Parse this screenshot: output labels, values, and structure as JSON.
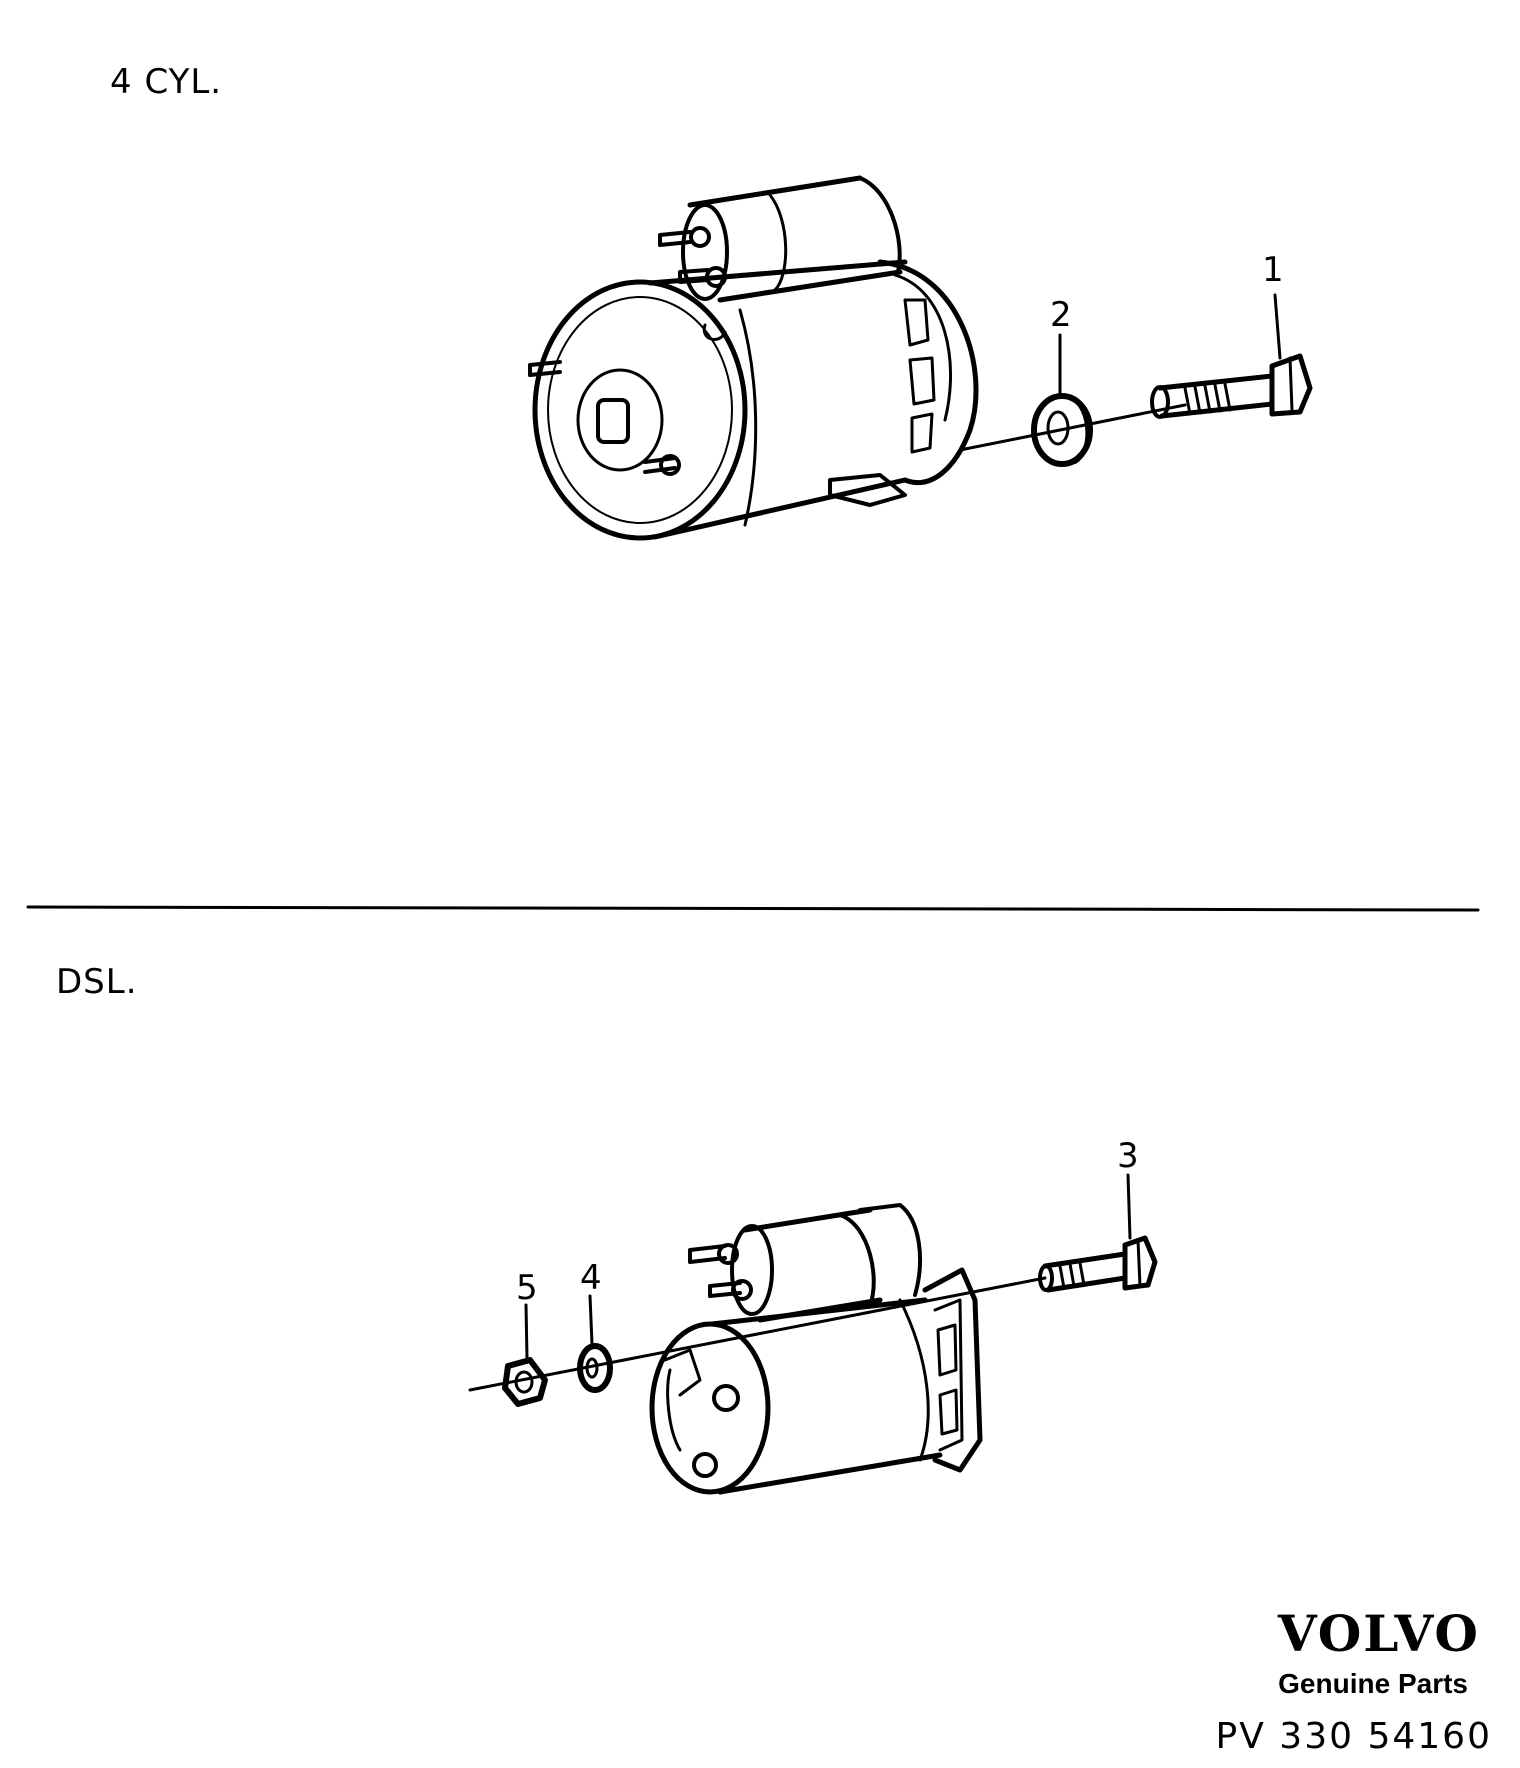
{
  "sections": {
    "top": {
      "title": "4 CYL."
    },
    "bottom": {
      "title": "DSL."
    }
  },
  "callouts": [
    "1",
    "2",
    "3",
    "4",
    "5"
  ],
  "brand": {
    "logo": "VOLVO",
    "subtitle": "Genuine Parts",
    "reference": "PV 330 54160"
  },
  "colors": {
    "ink": "#000000",
    "paper": "#ffffff"
  }
}
